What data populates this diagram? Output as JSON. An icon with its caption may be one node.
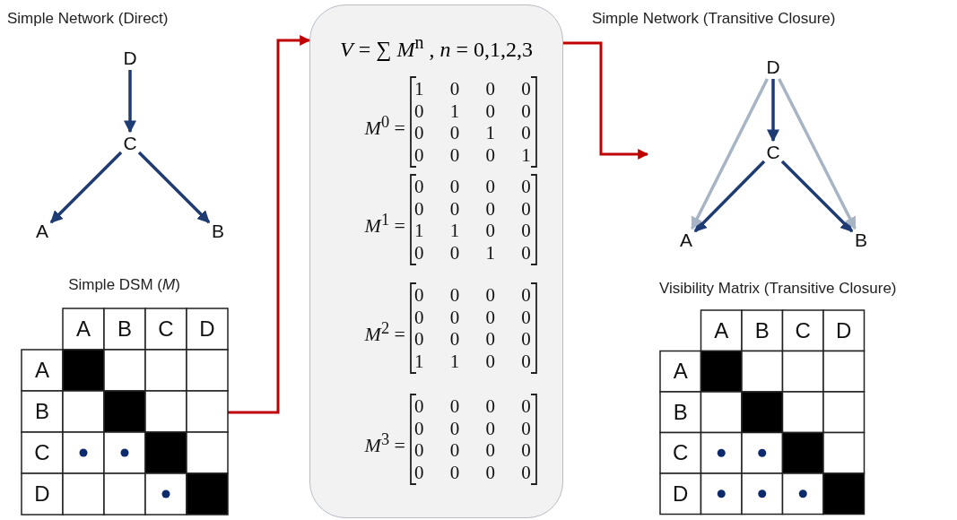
{
  "diagram": {
    "nodes": [
      {
        "text": [
          "D"
        ]
      },
      {
        "text": [
          "C"
        ]
      },
      {
        "text": [
          "A"
        ]
      },
      {
        "text": [
          "B"
        ]
      },
      {
        "text": [
          "Simple DSM (*M*)"
        ]
      },
      {
        "text": [
          "*V* = ∑ *M*$^{n}$ , *n* = 0,1,2,3"
        ]
      },
      {
        "text": [
          "D"
        ]
      },
      {
        "text": [
          "C"
        ]
      },
      {
        "text": [
          "A"
        ]
      },
      {
        "text": [
          "B"
        ]
      },
      {
        "text": [
          "Visibility Matrix (Transitive Closure)"
        ]
      }
    ],
    "edges": [
      {
        "from": 0,
        "to": 1,
        "arrow": "to"
      },
      {
        "from": 1,
        "to": 2,
        "arrow": "to"
      },
      {
        "from": 1,
        "to": 3,
        "arrow": "to"
      },
      {
        "from": 4,
        "to": 5,
        "arrow": "to",
        "color": "#c00000"
      },
      {
        "from": 5,
        "to": null,
        "arrow": "to",
        "color": "#c00000"
      },
      {
        "from": 6,
        "to": 7,
        "arrow": "to"
      },
      {
        "from": 7,
        "to": 8,
        "arrow": "to"
      },
      {
        "from": 7,
        "to": 9,
        "arrow": "to"
      },
      {
        "from": 6,
        "to": 8,
        "arrow": "to",
        "color": "#a6b4c4"
      },
      {
        "from": 6,
        "to": 9,
        "arrow": "to",
        "color": "#a6b4c4"
      }
    ],
    "labels": [
      "Simple Network (Direct)",
      "Simple Network (Transitive Closure)",
      "A",
      "B",
      "C",
      "D",
      "A",
      "B",
      "C",
      "D",
      "*M*$^{0}$ =",
      "1 0 0 0",
      "0 1 0 0",
      "0 0 1 0",
      "0 0 0 1",
      "*M*$^{1}$ =",
      "0 0 0 0",
      "0 0 0 0",
      "1 1 0 0",
      "0 0 1 0",
      "*M*$^{2}$ =",
      "0 0 0 0",
      "0 0 0 0",
      "0 0 0 0",
      "1 1 0 0",
      "*M*$^{3}$ =",
      "0 0 0 0",
      "0 0 0 0",
      "0 0 0 0",
      "0 0 0 0",
      "A",
      "B",
      "C",
      "D",
      "A",
      "B",
      "C",
      "D"
    ]
  }
}
